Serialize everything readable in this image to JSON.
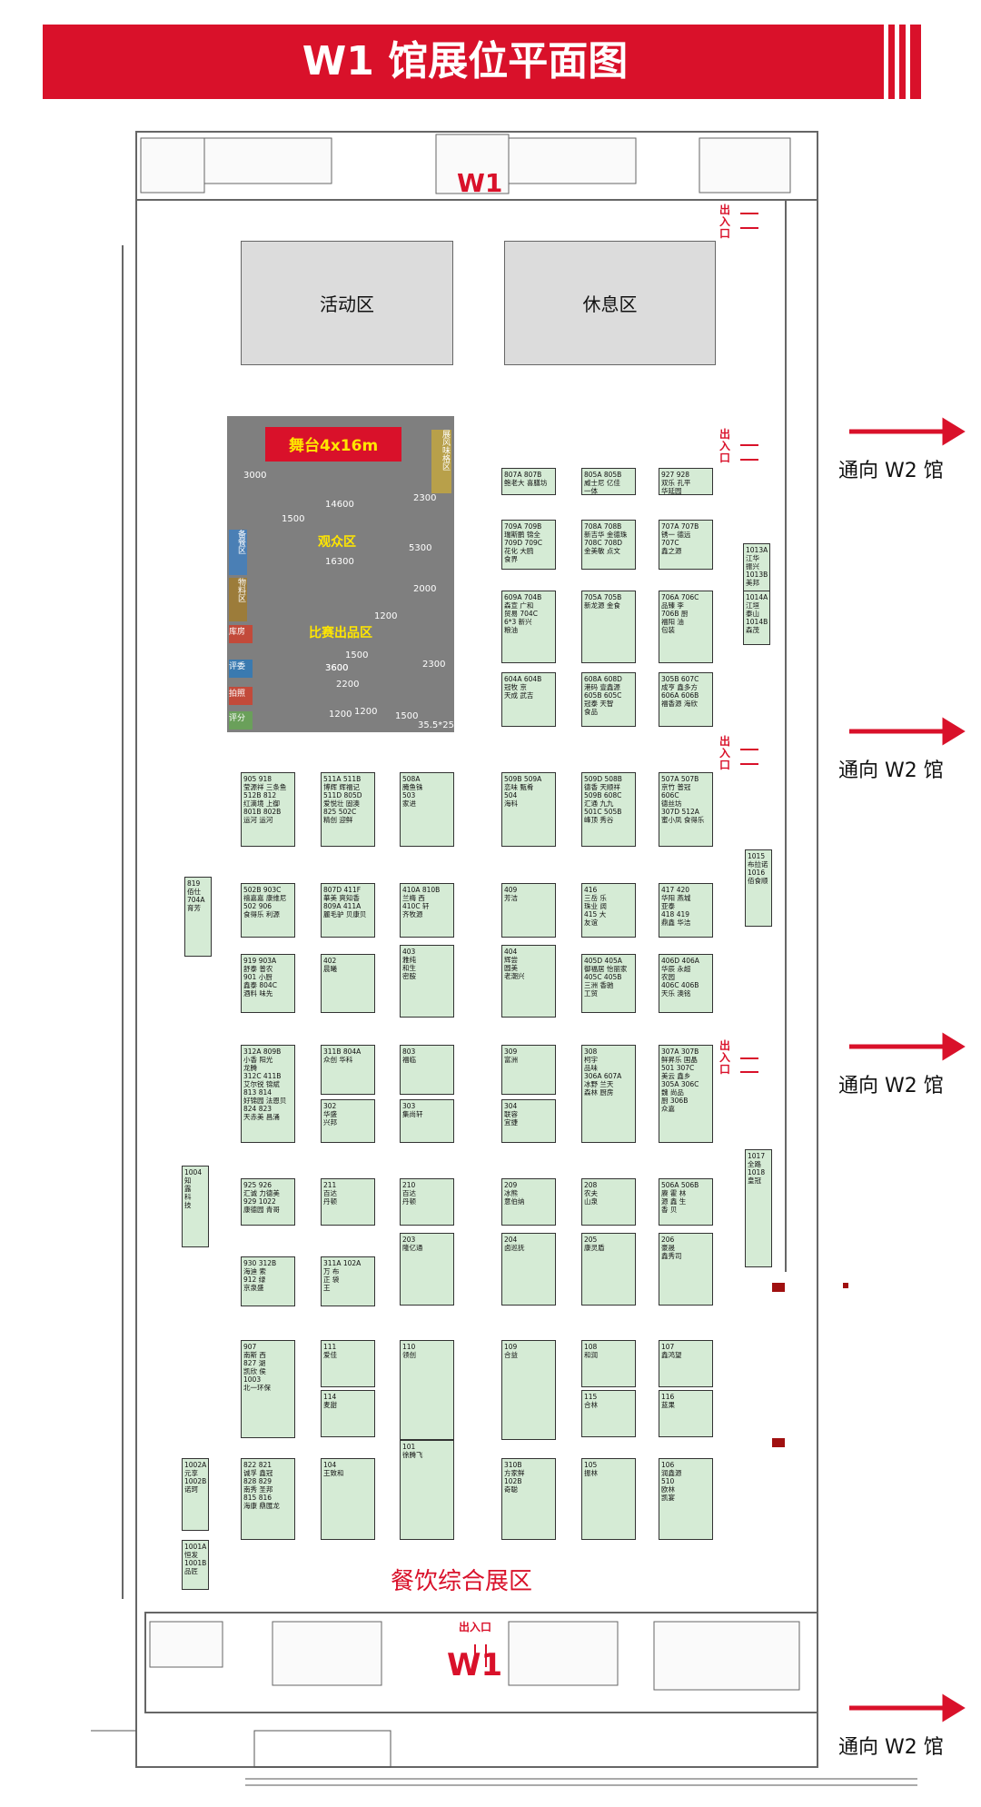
{
  "title": "W1 馆展位平面图",
  "hall_label_top": "W1",
  "hall_label_bottom": "W1",
  "entrance_label": "出入口",
  "to_w2_label": "通向 W2 馆",
  "activity_zone": "活动区",
  "rest_zone": "休息区",
  "catering_zone": "餐饮综合展区",
  "stage": {
    "stage_label": "舞台4x16m",
    "audience_label": "观众区",
    "display_label": "比赛出品区",
    "side_labels": [
      "展风味格区",
      "备餐区",
      "物料区",
      "库房",
      "评委",
      "拍照",
      "评分"
    ],
    "dims": [
      "3000",
      "14600",
      "16300",
      "2300",
      "1500",
      "5300",
      "3600",
      "3600",
      "1200",
      "2200",
      "2300",
      "1200",
      "2000",
      "1200",
      "1500",
      "35.5*25",
      "1500"
    ]
  },
  "colors": {
    "banner": "#d9112a",
    "booth": "#d5ebd5",
    "zone": "#dcdcdc",
    "arrow": "#d9112a"
  },
  "booths": [
    {
      "id": "807A",
      "text": "807A 807B\n鲍老大 喜膳坊"
    },
    {
      "id": "805A",
      "text": "805A 805B\n威士尼 亿佳\n一体"
    },
    {
      "id": "927",
      "text": "927 928\n双乐 孔平\n华延园"
    },
    {
      "id": "709A",
      "text": "709A 709B\n瑞斯鹏 锦全\n709D 709C\n花化 大鸥\n食界"
    },
    {
      "id": "708A",
      "text": "708A 708B\n新吉华 金德珠\n708C 708D\n金美敏 点文"
    },
    {
      "id": "707A",
      "text": "707A 707B\n锈一 德远\n707C\n鑫之源"
    },
    {
      "id": "1013A",
      "text": "1013A\n江华\n振兴\n1013B\n美邦"
    },
    {
      "id": "609A",
      "text": "609A 704B\n森宣 广和\n贸易 704C\n6*3 新兴\n粮油"
    },
    {
      "id": "705A",
      "text": "705A 705B\n新龙源 金食"
    },
    {
      "id": "706A",
      "text": "706A 706C\n品臻 李\n706B 厨\n福阳 油\n包装"
    },
    {
      "id": "1014A",
      "text": "1014A\n江垣\n泰山\n1014B\n森茂"
    },
    {
      "id": "604A",
      "text": "604A 604B\n冠牧 京\n天成 武吉"
    },
    {
      "id": "608A",
      "text": "608A 608D\n港码 壹鑫源\n605B 605C\n冠泰 天智\n食品"
    },
    {
      "id": "305B",
      "text": "305B 607C\n成亨 鑫多方\n606A 606B\n福香源 海欣"
    },
    {
      "id": "905",
      "text": "905 918\n莹源祥 三条鱼\n512B 812\n红滴境 上御\n801B 802B\n运河 运河"
    },
    {
      "id": "511A",
      "text": "511A 511B\n博辉 辉福记\n511D 805D\n爱悦壮 固澳\n825 502C\n精创 迎鲜"
    },
    {
      "id": "508A",
      "text": "508A\n腌鱼铢\n503\n家进"
    },
    {
      "id": "509B",
      "text": "509B 509A\n恋味 甄肴\n504\n海科"
    },
    {
      "id": "509D",
      "text": "509D 508B\n德香 天顺祥\n509B 608C\n汇通 九九\n501C 505B\n峰顶 秀谷"
    },
    {
      "id": "507A",
      "text": "507A 507B\n京竹 普冠\n606C\n德丝坊\n307D 512A\n蜜小凤 食得乐"
    },
    {
      "id": "1015",
      "text": "1015\n布拉诺\n1016\n佰食顺"
    },
    {
      "id": "819",
      "text": "819\n佰仕\n704A\n育芳"
    },
    {
      "id": "502B",
      "text": "502B 903C\n禧嘉嘉 康维尼\n502 906\n食得乐 利源"
    },
    {
      "id": "807D",
      "text": "807D 411F\n華美 爽知香\n809A 411A\n麗毛驴 贝康贝"
    },
    {
      "id": "410A",
      "text": "410A 810B\n兰梅 西\n410C 轩\n齐牧源"
    },
    {
      "id": "409",
      "text": "409\n芳洁"
    },
    {
      "id": "416",
      "text": "416\n三岳 乐\n珠业 阔\n415 大\n友谊"
    },
    {
      "id": "417",
      "text": "417 420\n华阳 燕城\n亚泰\n418 419\n鼎鑫 华洁"
    },
    {
      "id": "919",
      "text": "919 903A\n舒泰 普农\n901 小厨\n鑫泰 804C\n酒料 味先"
    },
    {
      "id": "402",
      "text": "402\n晨曦"
    },
    {
      "id": "403",
      "text": "403\n雅纯\n和生\n密胺"
    },
    {
      "id": "404",
      "text": "404\n辉尝\n圆美\n老潮兴"
    },
    {
      "id": "405D",
      "text": "405D 405A\n御福居 怡丽家\n405C 405B\n三洲 香驰\n工贸"
    },
    {
      "id": "406D",
      "text": "406D 406A\n华辰 永超\n农园\n406C 406B\n天乐 澳铭"
    },
    {
      "id": "312A",
      "text": "312A 809B\n小香 阳光\n龙腾\n312C 411B\n艾尔锐 锦斌\n813 814\n好锦园 法恩贝\n824 823\n天赤美 昌涌"
    },
    {
      "id": "311B",
      "text": "311B 804A\n众创 华科"
    },
    {
      "id": "302",
      "text": "302\n华盛\n兴邦"
    },
    {
      "id": "803",
      "text": "803\n福临"
    },
    {
      "id": "303",
      "text": "303\n集尚轩"
    },
    {
      "id": "309",
      "text": "309\n富洲"
    },
    {
      "id": "304",
      "text": "304\n联容\n宜捷"
    },
    {
      "id": "308",
      "text": "308\n柯宇\n品味\n306A 607A\n冰野 兰天\n森林 厨房"
    },
    {
      "id": "307A",
      "text": "307A 307B\n鲜昇乐 国晶\n501 307C\n美云 鑫乡\n305A 306C\n魏 尚品\n厨 306B\n众嘉"
    },
    {
      "id": "1017",
      "text": "1017\n全路\n1018\n皇冠"
    },
    {
      "id": "925",
      "text": "925 926\n汇诚 力德美\n929 1022\n康德园 青哥"
    },
    {
      "id": "211",
      "text": "211\n百达\n丹顿"
    },
    {
      "id": "210",
      "text": "210\n百达\n丹顿"
    },
    {
      "id": "209",
      "text": "209\n冰熊\n意伯纳"
    },
    {
      "id": "208",
      "text": "208\n农夫\n山泉"
    },
    {
      "id": "506A",
      "text": "506A 506B\n赓 霍 林\n源 鑫 生\n香 贝"
    },
    {
      "id": "1004",
      "text": "1004\n知\n露\n科\n技"
    },
    {
      "id": "930",
      "text": "930 312B\n海迪 索\n912 绿\n京泉盛"
    },
    {
      "id": "311A",
      "text": "311A 102A\n万 布\n正 袋\n王"
    },
    {
      "id": "203",
      "text": "203\n隆亿通"
    },
    {
      "id": "204",
      "text": "204\n卤巡抚"
    },
    {
      "id": "205",
      "text": "205\n康灵盾"
    },
    {
      "id": "206",
      "text": "206\n豪晟\n鑫秀司"
    },
    {
      "id": "907",
      "text": "907\n南斯 西\n827 湖\n凯欣 侯\n1003\n北一环保"
    },
    {
      "id": "111",
      "text": "111\n爱佳"
    },
    {
      "id": "114",
      "text": "114\n麦甜"
    },
    {
      "id": "110",
      "text": "110\n领创"
    },
    {
      "id": "109",
      "text": "109\n合益"
    },
    {
      "id": "108",
      "text": "108\n和润"
    },
    {
      "id": "115",
      "text": "115\n合林"
    },
    {
      "id": "107",
      "text": "107\n鑫鸿望"
    },
    {
      "id": "116",
      "text": "116\n蓝果"
    },
    {
      "id": "1002A",
      "text": "1002A\n元享\n1002B\n诺珂"
    },
    {
      "id": "822",
      "text": "822 821\n诚孚 鑫冠\n828 829\n南秀 圣邦\n815 816\n海康 鼎匯龙"
    },
    {
      "id": "104",
      "text": "104\n王致和"
    },
    {
      "id": "101",
      "text": "101\n徐腾飞"
    },
    {
      "id": "310B",
      "text": "310B\n方家鲜\n102B\n奇聪"
    },
    {
      "id": "105",
      "text": "105\n振林"
    },
    {
      "id": "106",
      "text": "106\n润鑫源\n510\n欧林\n凯宴"
    },
    {
      "id": "1001A",
      "text": "1001A\n恒发\n1001B\n品匠"
    }
  ]
}
